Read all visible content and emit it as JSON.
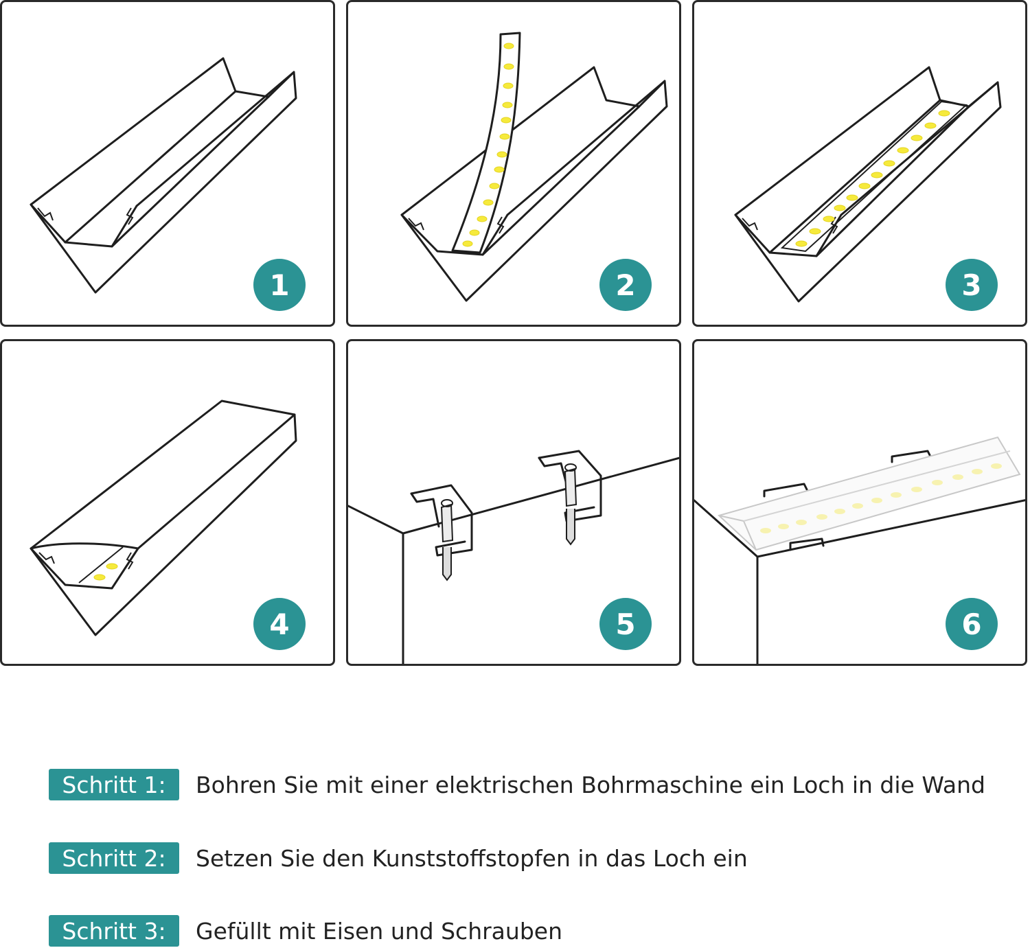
{
  "panels": [
    {
      "number": "1"
    },
    {
      "number": "2"
    },
    {
      "number": "3"
    },
    {
      "number": "4"
    },
    {
      "number": "5"
    },
    {
      "number": "6"
    }
  ],
  "steps": [
    {
      "label": "Schritt 1:",
      "text": "Bohren Sie mit einer elektrischen Bohrmaschine ein Loch in die Wand"
    },
    {
      "label": "Schritt 2:",
      "text": "Setzen Sie den Kunststoffstopfen in das Loch ein"
    },
    {
      "label": "Schritt 3:",
      "text": "Gefüllt mit Eisen und Schrauben"
    }
  ],
  "colors": {
    "accent": "#2b9394",
    "led": "#f6ea3c",
    "line": "#1e1e1e"
  }
}
